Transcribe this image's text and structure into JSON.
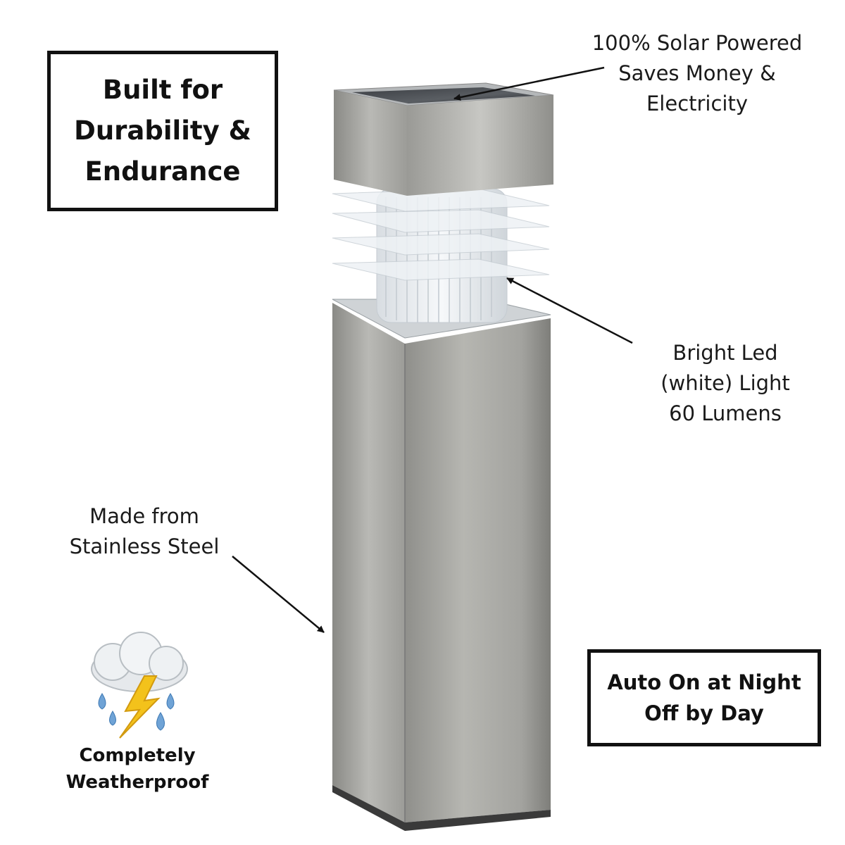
{
  "durability_box": {
    "lines": [
      "Built for",
      "Durability &",
      "Endurance"
    ]
  },
  "solar_callout": {
    "lines": [
      "100% Solar Powered",
      "Saves Money &",
      "Electricity"
    ]
  },
  "led_callout": {
    "lines": [
      "Bright Led",
      "(white) Light",
      "60 Lumens"
    ]
  },
  "steel_callout": {
    "lines": [
      "Made from",
      "Stainless Steel"
    ]
  },
  "auto_box": {
    "lines": [
      "Auto On at Night",
      "Off by Day"
    ]
  },
  "weather_badge": {
    "icon": "storm-cloud-icon",
    "lines": [
      "Completely",
      "Weatherproof"
    ]
  },
  "product": {
    "name": "stainless-steel-solar-bollard-light",
    "colors": {
      "steel": "#a9a9a4",
      "steel_dark": "#8e8e8a",
      "solar_panel": "#2c2f33",
      "diffuser": "#e9eef2"
    }
  }
}
